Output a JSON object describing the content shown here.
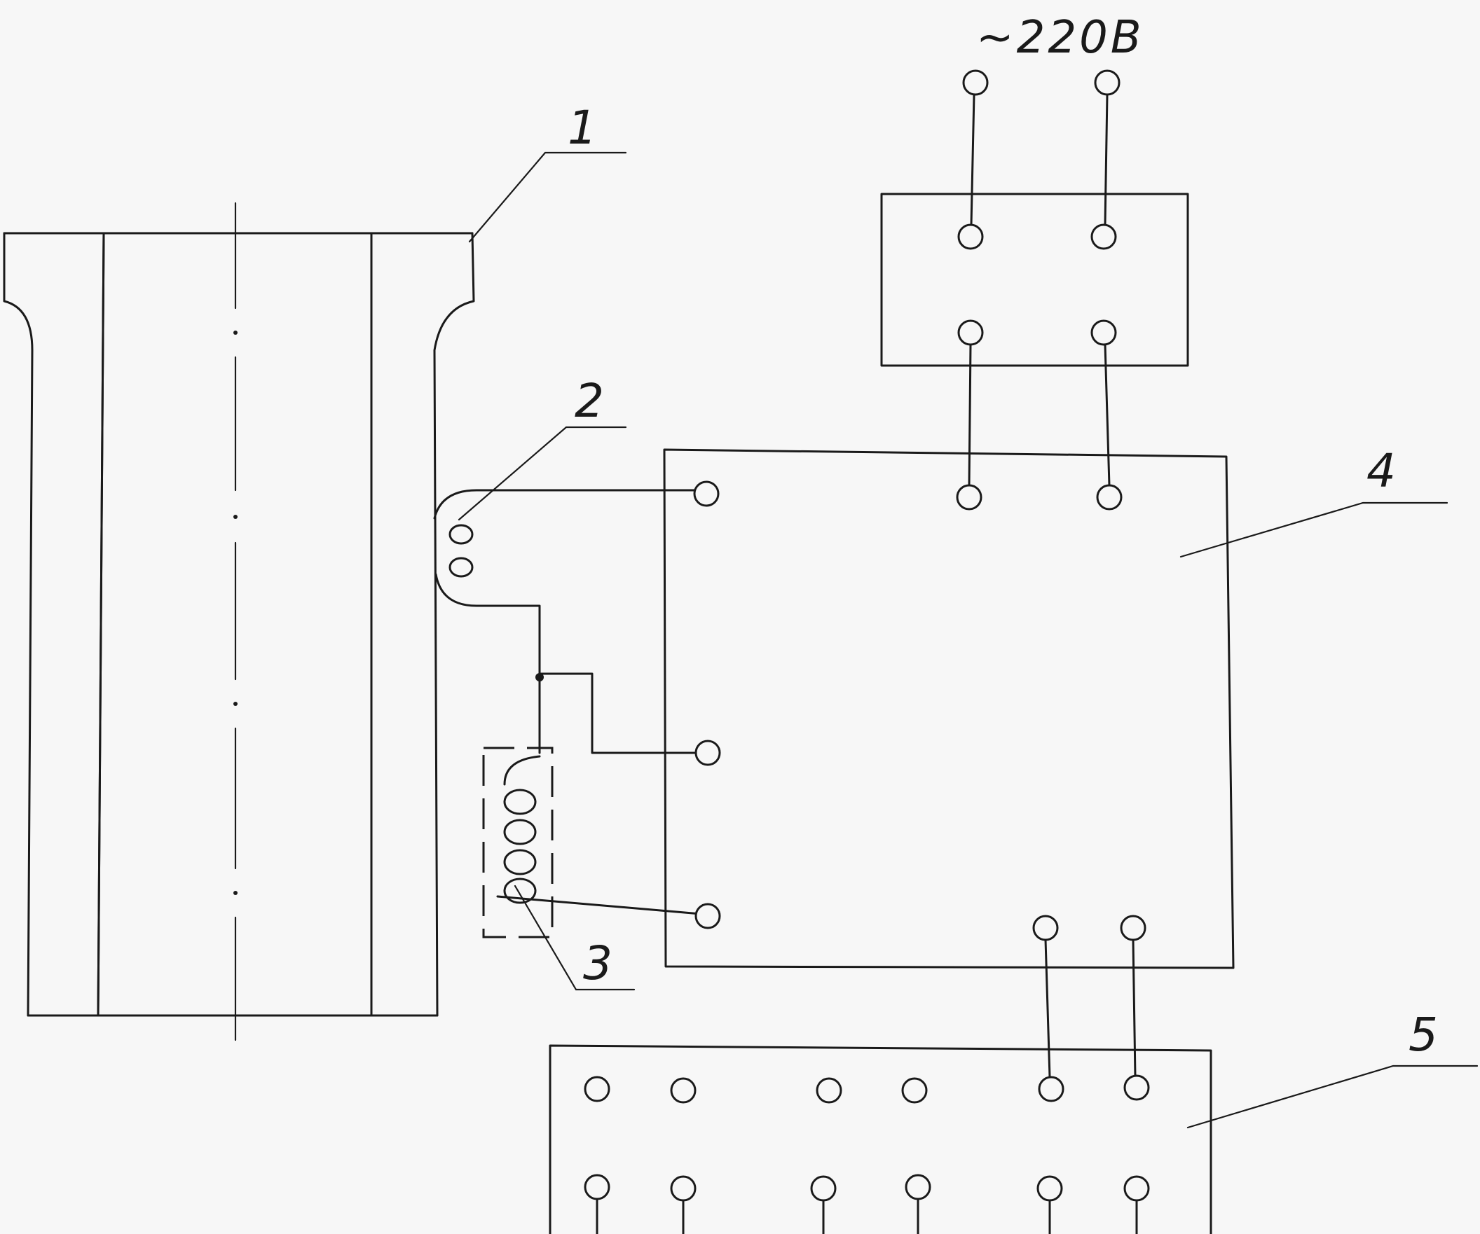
{
  "supply_label": "~220B",
  "callouts": [
    {
      "id": "1",
      "text": "1"
    },
    {
      "id": "2",
      "text": "2"
    },
    {
      "id": "3",
      "text": "3"
    },
    {
      "id": "4",
      "text": "4"
    },
    {
      "id": "5",
      "text": "5"
    }
  ],
  "colors": {
    "ink": "#1a1a1a",
    "paper": "#f7f7f7"
  }
}
